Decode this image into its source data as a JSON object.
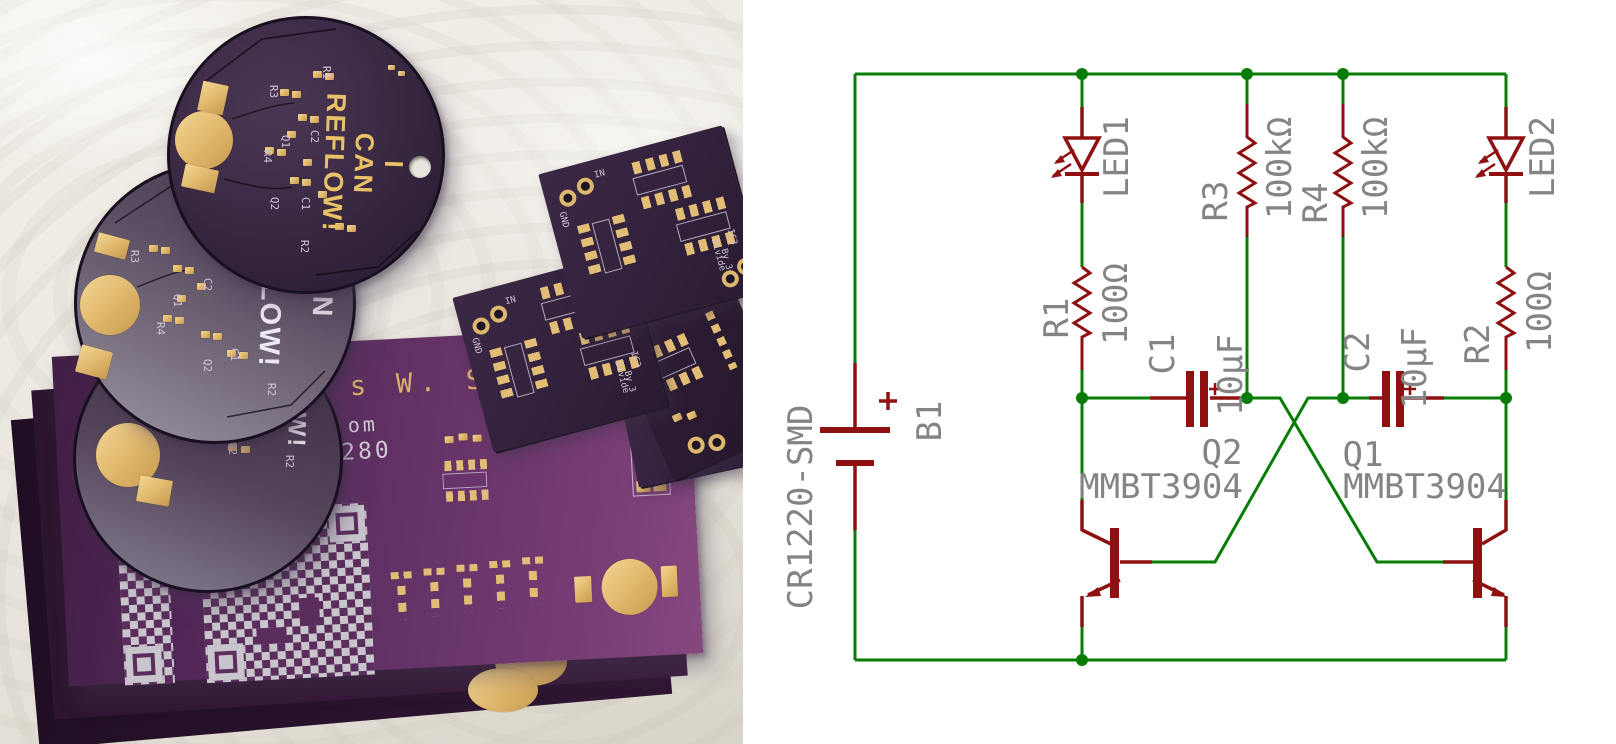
{
  "photo": {
    "badge": {
      "line1": "I",
      "line2": "CAN",
      "line3": "REFLOW!"
    },
    "badge1_labels": {
      "r1": "R1",
      "r3": "R3",
      "c2": "C2",
      "q1": "Q1",
      "r4": "R4",
      "q2": "Q2",
      "c1": "C1",
      "r2": "R2"
    },
    "badge2_labels": {
      "r3": "R3",
      "q1": "Q1",
      "c2": "C2",
      "r4": "R4",
      "q2": "Q2",
      "c1": "C1",
      "r2": "R2"
    },
    "badge2_partial_can": "N",
    "badge2_partial_reflow": "LOW!",
    "badge3_partial": "W!",
    "badge3_labels": {
      "q2": "Q2",
      "r2": "R2"
    },
    "card": {
      "name_fragment": "s W. S",
      "domain_fragment": "om",
      "number_fragment": "280"
    },
    "boards": {
      "in": "IN",
      "gnd": "GND",
      "ic3": "IC3",
      "divide": "Divide",
      "by3": "By 3"
    }
  },
  "schematic": {
    "b1": {
      "name": "B1",
      "value": "CR1220-SMD"
    },
    "led1": {
      "name": "LED1"
    },
    "led2": {
      "name": "LED2"
    },
    "r1": {
      "name": "R1",
      "value": "100Ω"
    },
    "r2": {
      "name": "R2",
      "value": "100Ω"
    },
    "r3": {
      "name": "R3",
      "value": "100kΩ"
    },
    "r4": {
      "name": "R4",
      "value": "100kΩ"
    },
    "c1": {
      "name": "C1",
      "value": "10µF"
    },
    "c2": {
      "name": "C2",
      "value": "10µF"
    },
    "q1": {
      "name": "Q1",
      "value": "MMBT3904"
    },
    "q2": {
      "name": "Q2",
      "value": "MMBT3904"
    }
  }
}
